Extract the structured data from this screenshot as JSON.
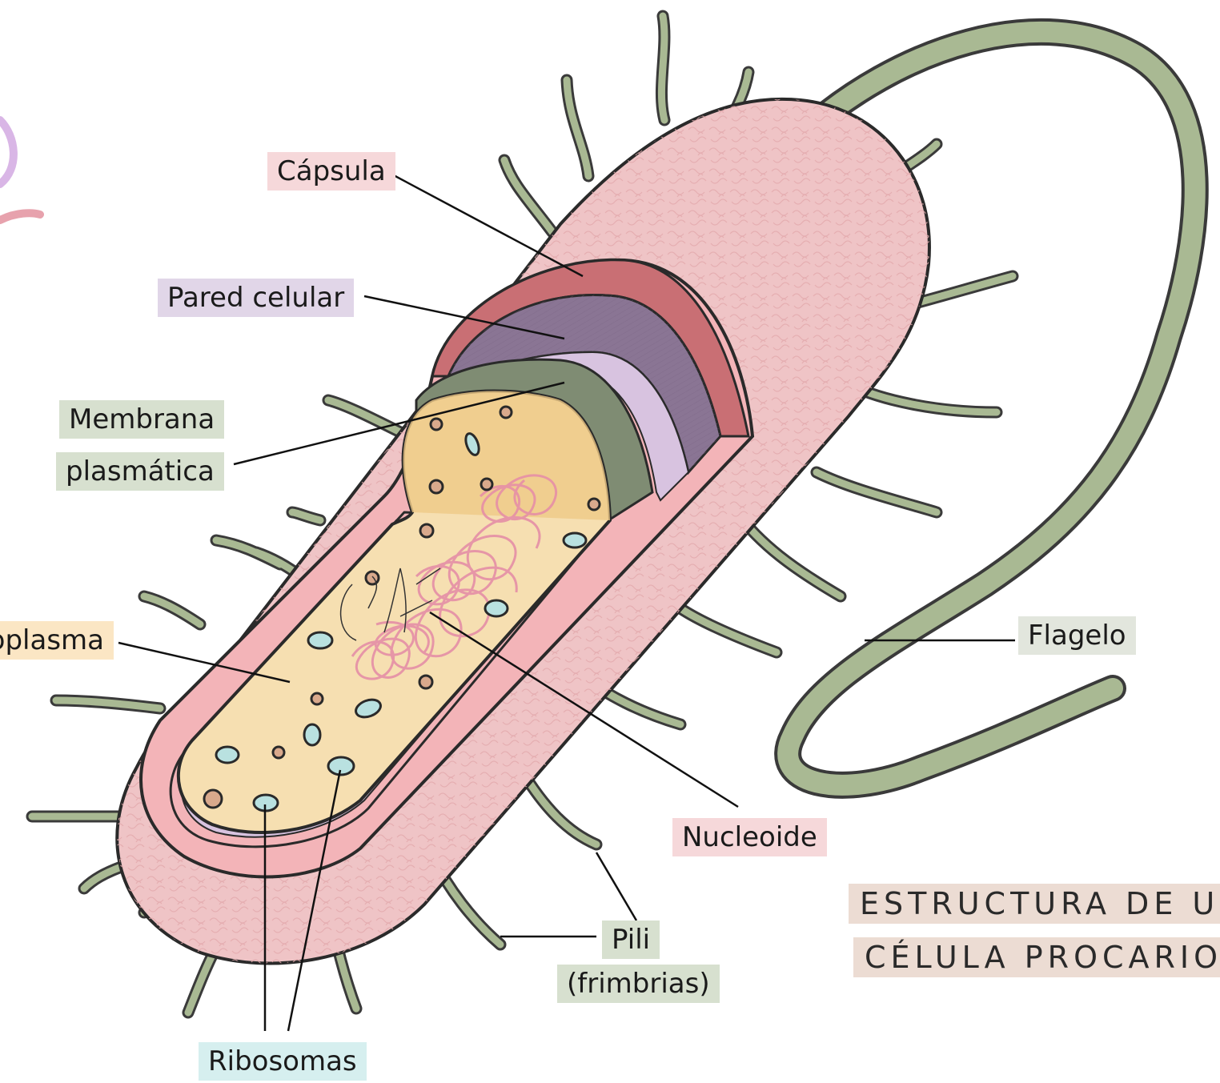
{
  "labels": {
    "capsula": "Cápsula",
    "pared": "Pared celular",
    "membrana_1": "Membrana",
    "membrana_2": "plasmática",
    "citoplasma": "Citoplasma",
    "flagelo": "Flagelo",
    "nucleoide": "Nucleoide",
    "pili_1": "Pili",
    "pili_2": "(frimbrias)",
    "ribosomas": "Ribosomas"
  },
  "title": {
    "line1": "ESTRUCTURA DE UNA",
    "line2": "CÉLULA PROCARIOTA"
  },
  "colors": {
    "capsule": "#efc4c6",
    "capsule_edge": "#f3b4b8",
    "wall": "#c96f74",
    "wall_inner": "#8a7594",
    "membrane": "#7f8c73",
    "cytoplasm": "#f6dfb1",
    "cytoplasm_dark": "#efc987",
    "pili": "#a9b993",
    "flagellum": "#a9b993",
    "ribosome": "#b9e1e0",
    "granule": "#d9a98c",
    "nucleoid": "#e58fa6",
    "tag_pink": "#f6d8da",
    "tag_purple": "#e1d6e8",
    "tag_green": "#d7e0cf",
    "tag_yellow": "#fbe6c4",
    "tag_grey": "#e2e6dd",
    "tag_teal": "#d6efef"
  }
}
